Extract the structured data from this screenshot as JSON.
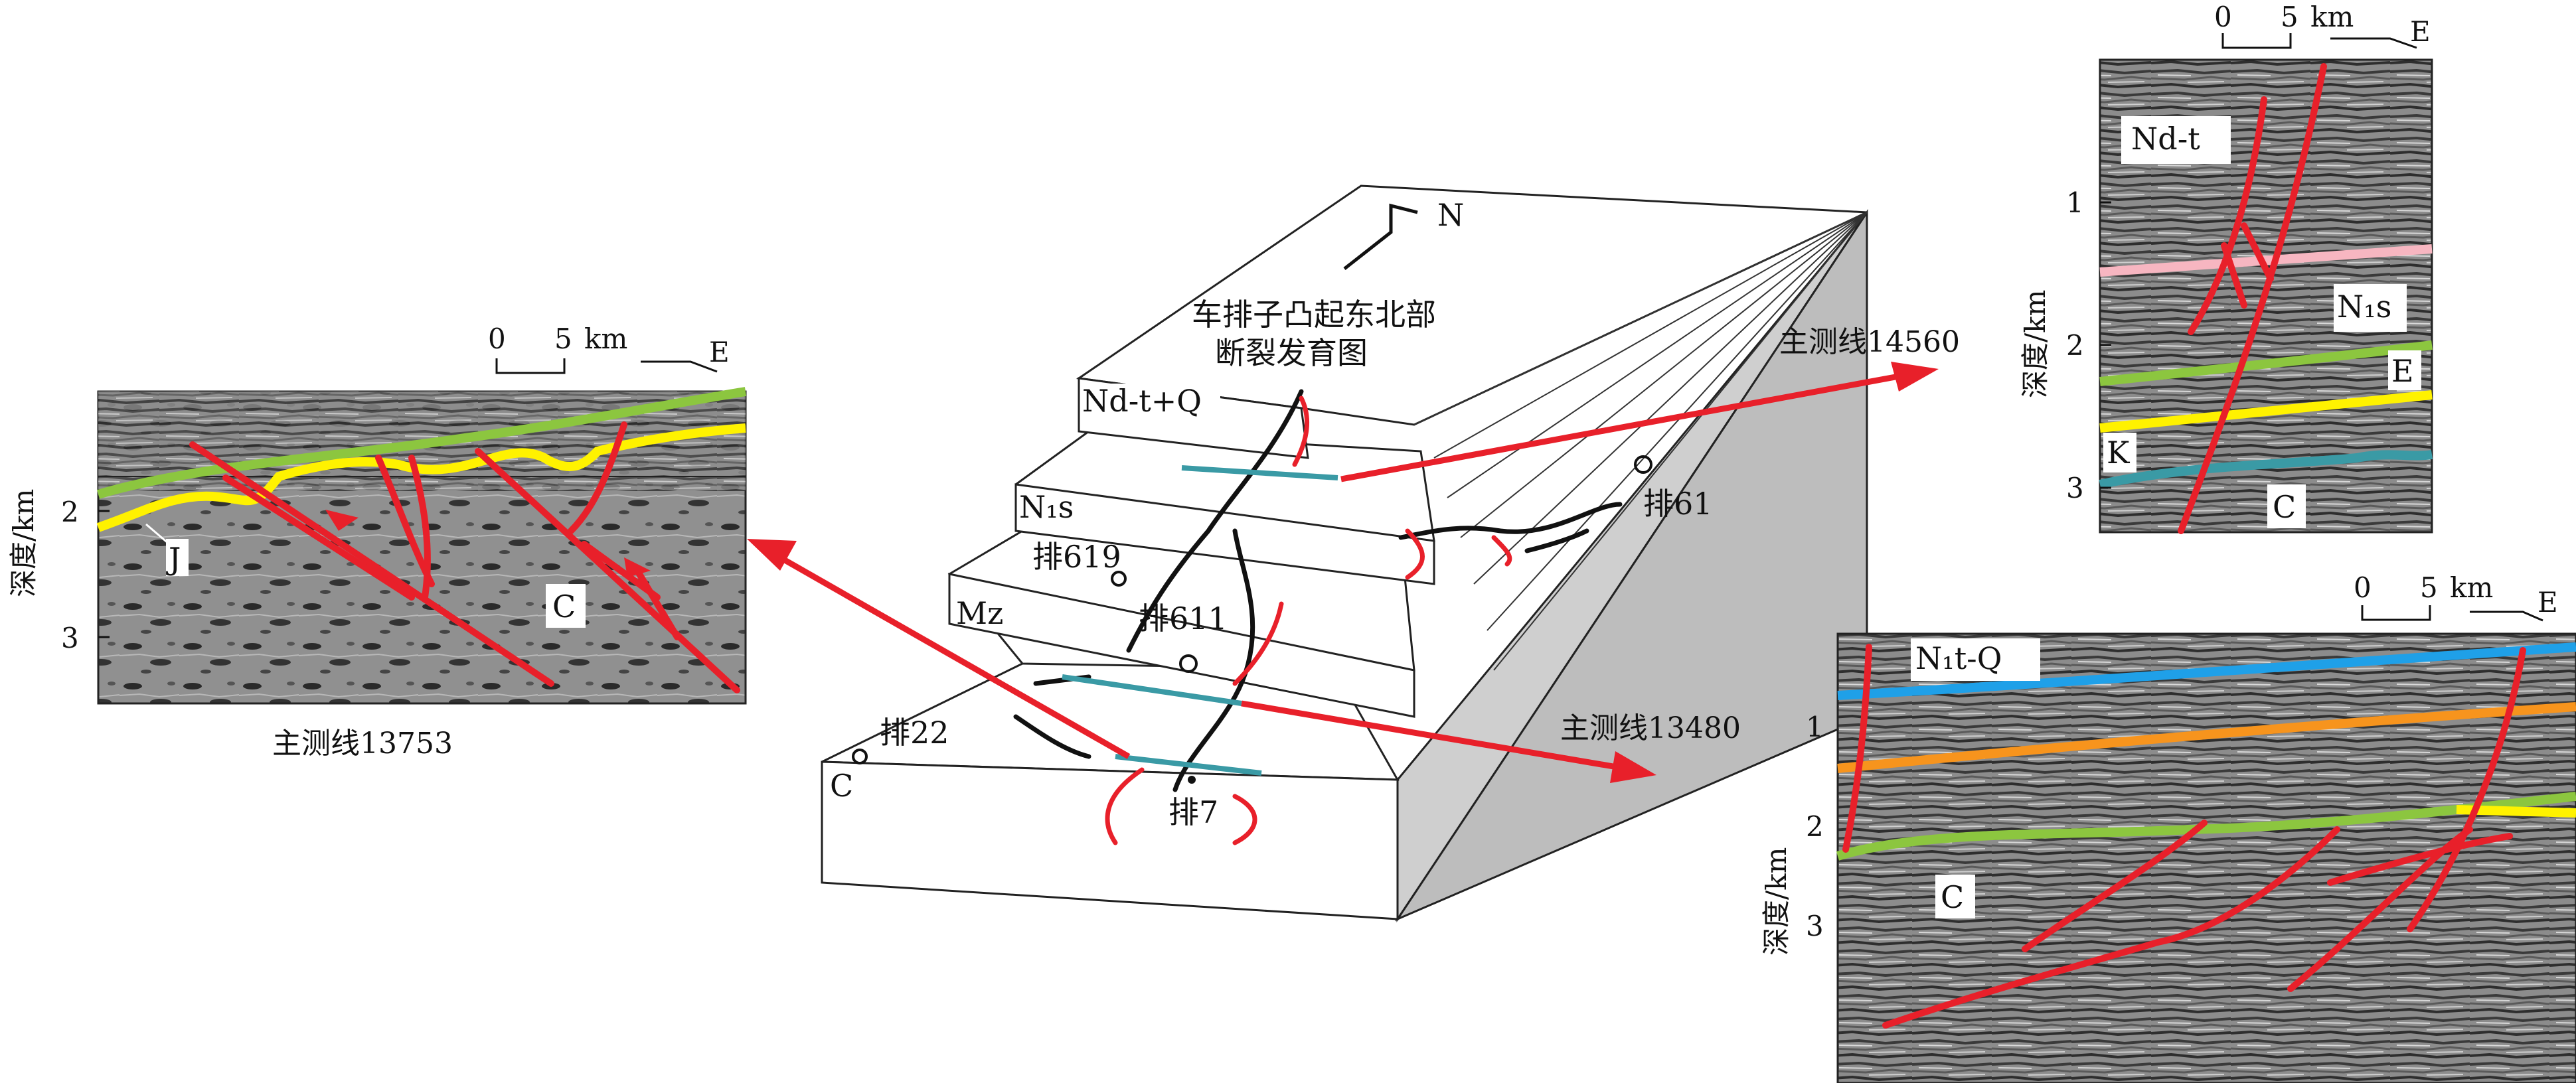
{
  "block_diagram": {
    "title_line1": "车排子凸起东北部",
    "title_line2": "断裂发育图",
    "north_label": "N",
    "layer_labels": {
      "ndt_q": "Nd-t+Q",
      "n1s": "N₁s",
      "mz": "Mz",
      "c": "C"
    },
    "wells": {
      "pai619": "排619",
      "pai611": "排611",
      "pai22": "排22",
      "pai7": "排7",
      "pai61": "排61"
    }
  },
  "profile_13753": {
    "caption": "主测线13753",
    "scale_zero": "0",
    "scale_five": "5",
    "scale_unit": "km",
    "direction": "E",
    "depth_axis_label": "深度/km",
    "depth_ticks": [
      "2",
      "3"
    ],
    "strata": {
      "j": "J",
      "c": "C"
    }
  },
  "profile_14560": {
    "caption": "主测线14560",
    "scale_zero": "0",
    "scale_five": "5",
    "scale_unit": "km",
    "direction": "E",
    "depth_axis_label": "深度/km",
    "depth_ticks": [
      "1",
      "2",
      "3"
    ],
    "strata": {
      "ndt": "Nd-t",
      "n1s": "N₁s",
      "e": "E",
      "k": "K",
      "c": "C"
    }
  },
  "profile_13480": {
    "caption": "主测线13480",
    "scale_zero": "0",
    "scale_five": "5",
    "scale_unit": "km",
    "direction": "E",
    "depth_axis_label": "深度/km",
    "depth_ticks": [
      "1",
      "2",
      "3"
    ],
    "strata": {
      "n1tq": "N₁t-Q",
      "c": "C"
    }
  },
  "colors": {
    "fault": "#e8202a",
    "green_horizon": "#8cc63f",
    "yellow_horizon": "#fff200",
    "pink_horizon": "#f7b6c1",
    "teal_horizon": "#3a9aa5",
    "blue_horizon": "#1fa0e8",
    "orange_horizon": "#f7941d",
    "seismic_bg": "#8a8a8a"
  }
}
